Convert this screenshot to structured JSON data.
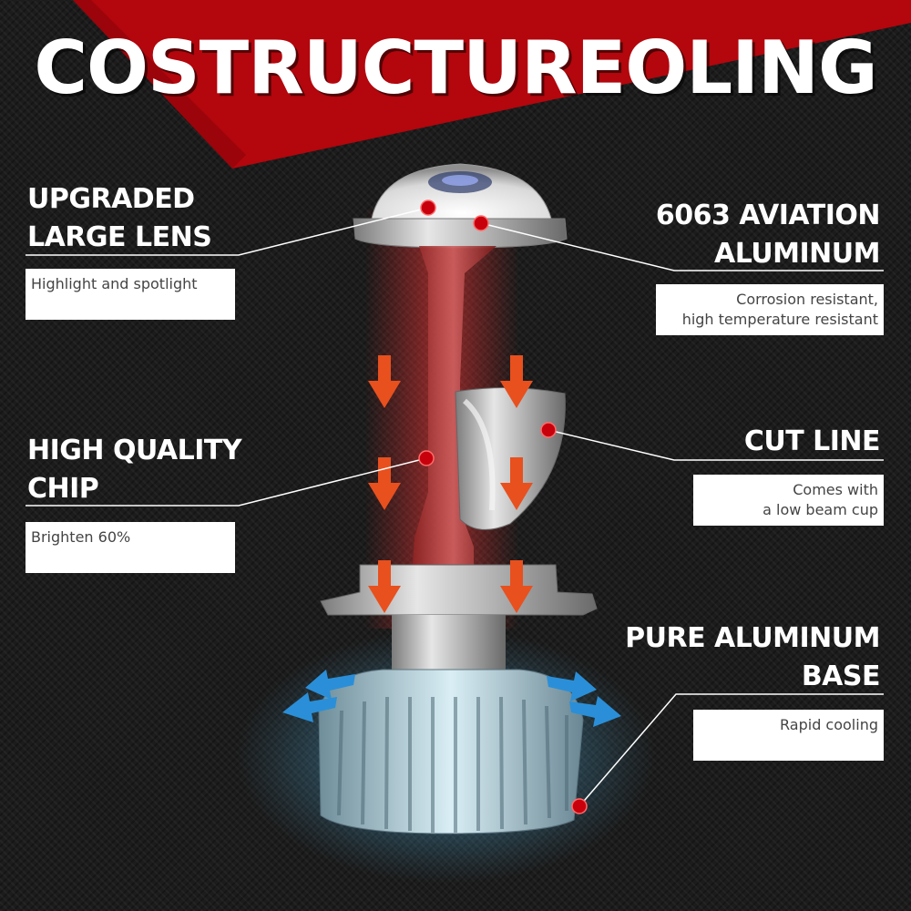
{
  "title": "COSTRUCTUREOLING",
  "colors": {
    "banner_red": "#b3060d",
    "marker_red": "#c8000c",
    "arrow_orange": "#e8501e",
    "arrow_blue": "#2a8fd8"
  },
  "features": {
    "lens": {
      "heading_line1": "UPGRADED",
      "heading_line2": "LARGE LENS",
      "desc_line1": "Highlight and spotlight"
    },
    "chip": {
      "heading_line1": "HIGH QUALITY",
      "heading_line2": "CHIP",
      "desc_line1": "Brighten 60%"
    },
    "aluminum": {
      "heading_line1": "6063 AVIATION",
      "heading_line2": "ALUMINUM",
      "desc_line1": "Corrosion resistant,",
      "desc_line2": "high temperature resistant"
    },
    "cutline": {
      "heading_line1": "CUT LINE",
      "desc_line1": "Comes with",
      "desc_line2": "a low beam cup"
    },
    "base": {
      "heading_line1": "PURE ALUMINUM",
      "heading_line2": "BASE",
      "desc_line1": "Rapid cooling"
    }
  }
}
